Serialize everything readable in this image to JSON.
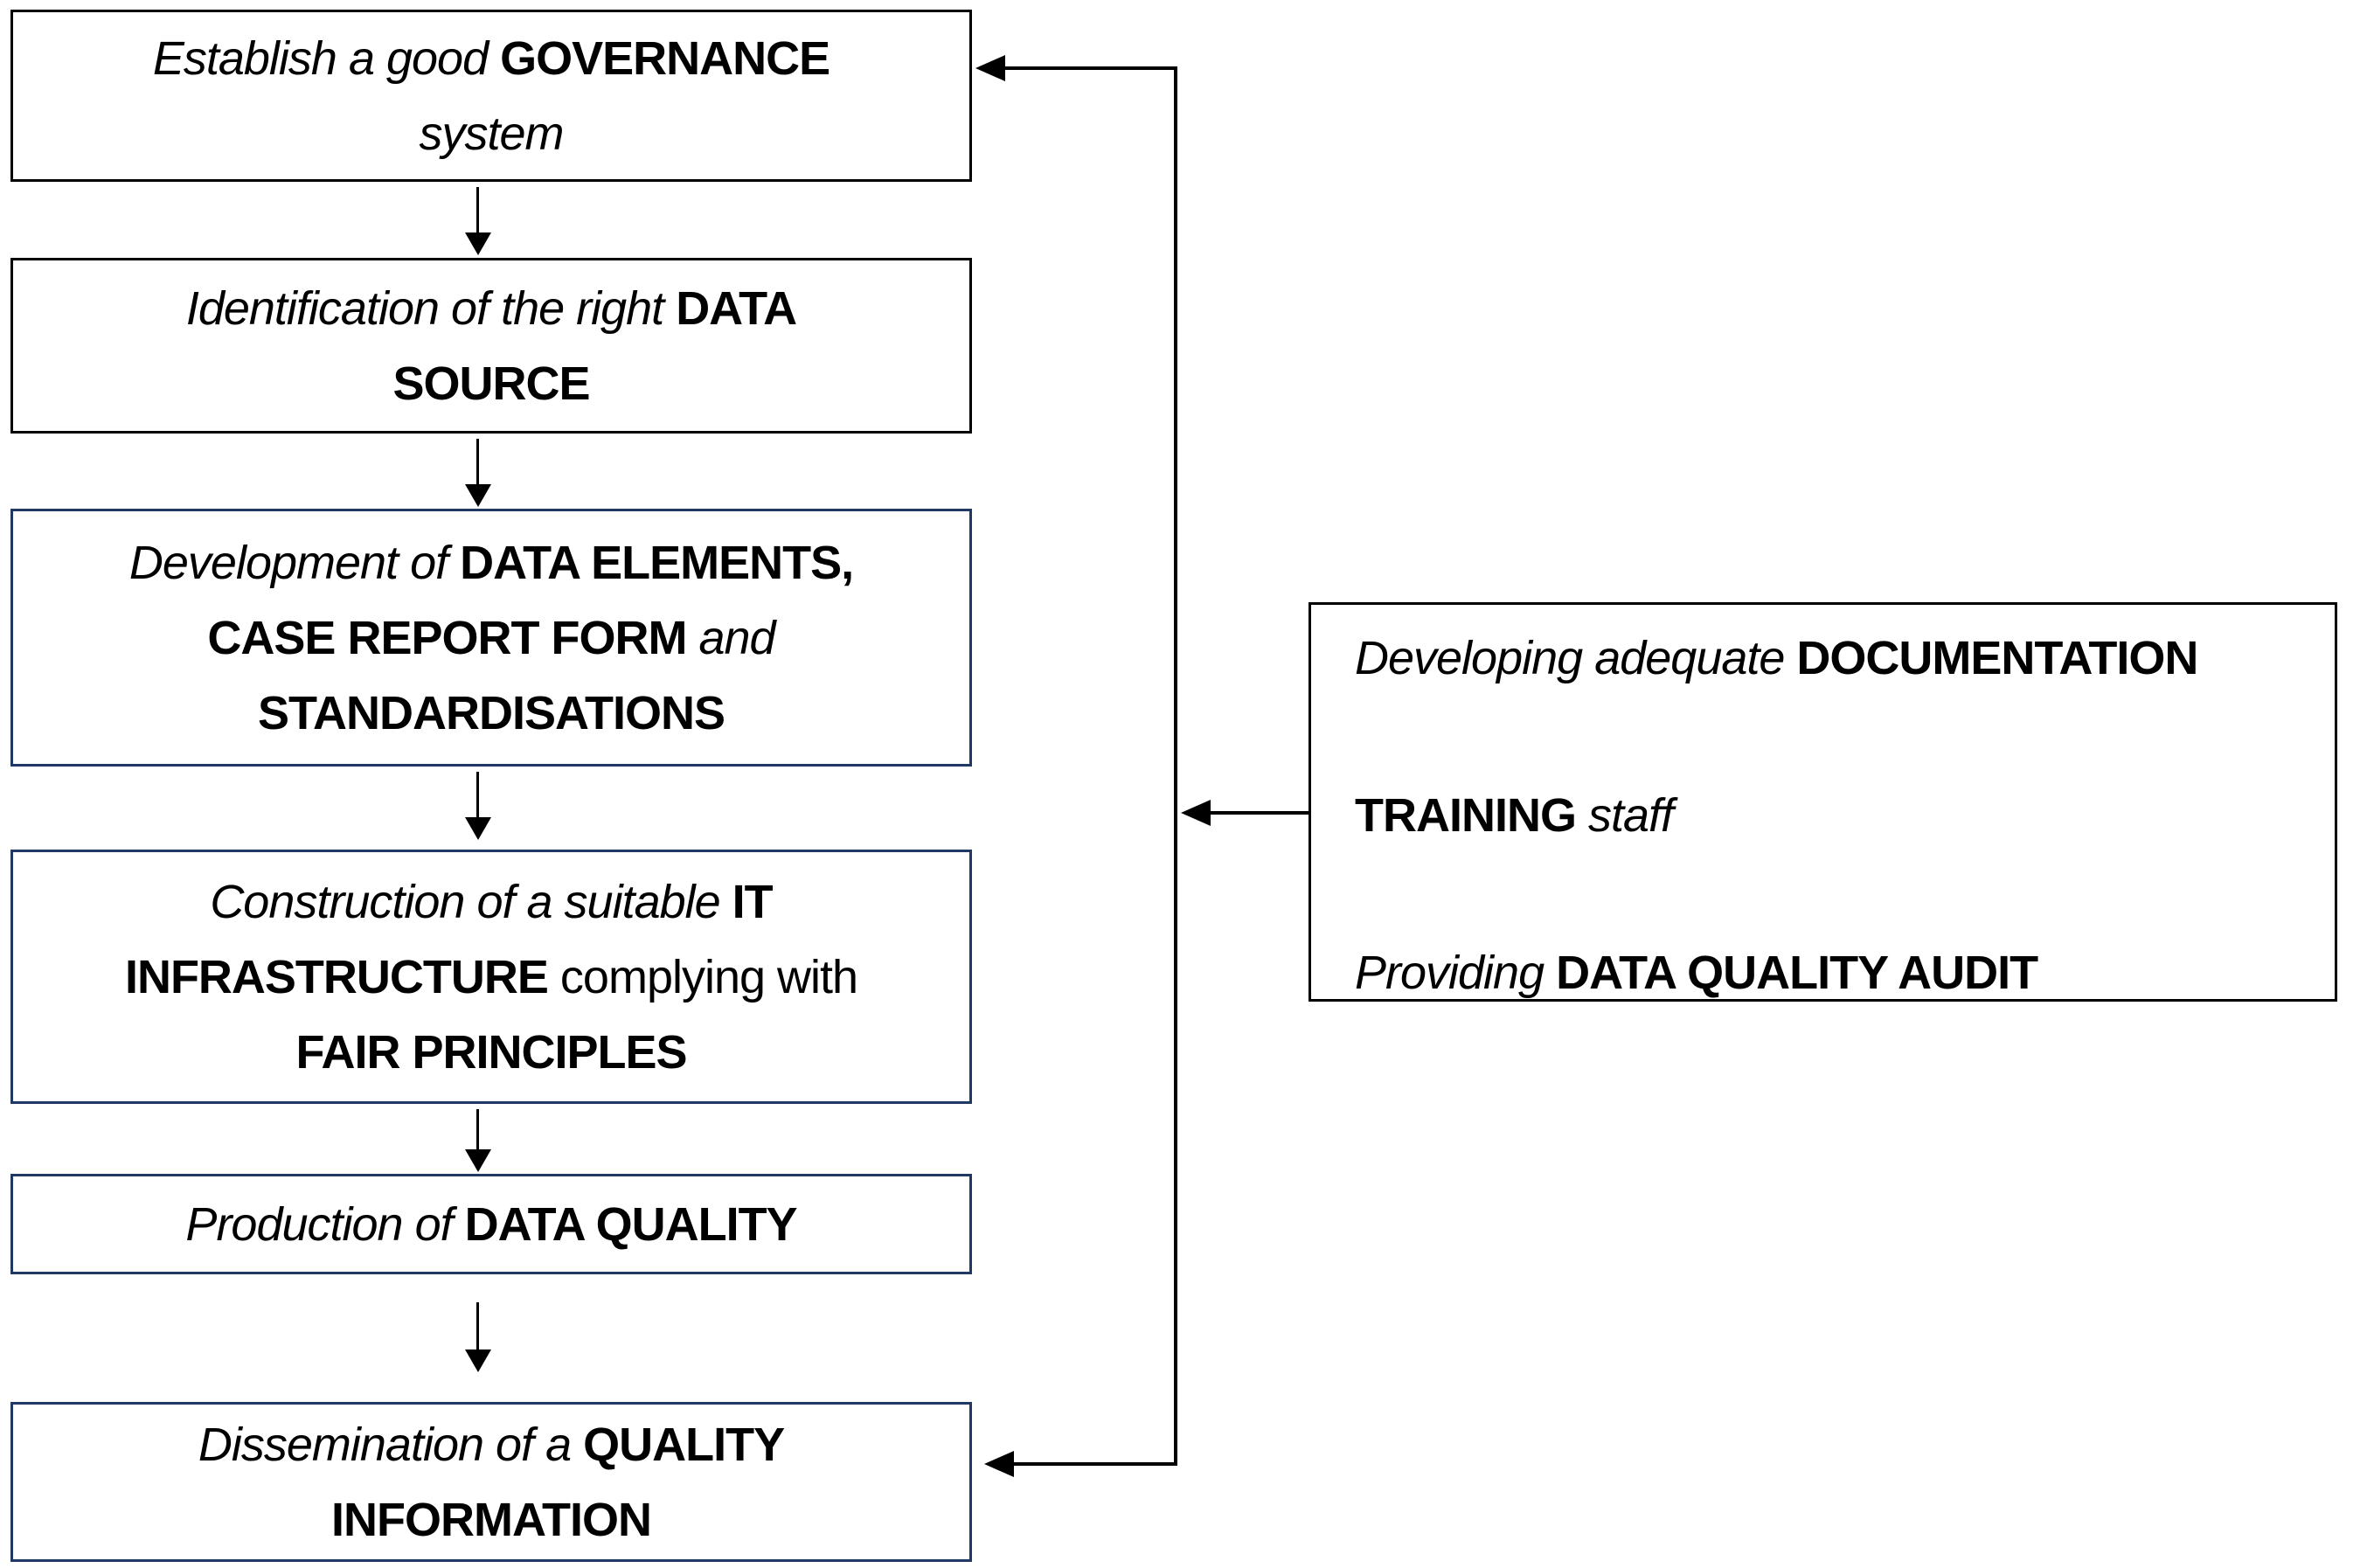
{
  "diagram": {
    "type": "flowchart",
    "colors": {
      "background": "#ffffff",
      "text": "#000000",
      "box_border_black": "#000000",
      "box_border_navy": "#1f3864",
      "arrow": "#000000"
    },
    "flow_boxes": [
      {
        "name": "establish-governance",
        "lines": [
          {
            "segments": [
              {
                "text": "Establish a good ",
                "style": "italic"
              },
              {
                "text": "GOVERNANCE",
                "style": "bold"
              }
            ]
          },
          {
            "segments": [
              {
                "text": "system",
                "style": "italic"
              }
            ]
          }
        ]
      },
      {
        "name": "identify-data-source",
        "lines": [
          {
            "segments": [
              {
                "text": "Identification of the right ",
                "style": "italic"
              },
              {
                "text": "DATA",
                "style": "bold"
              }
            ]
          },
          {
            "segments": [
              {
                "text": "SOURCE",
                "style": "bold"
              }
            ]
          }
        ]
      },
      {
        "name": "develop-data-elements",
        "lines": [
          {
            "segments": [
              {
                "text": "Development of ",
                "style": "italic"
              },
              {
                "text": "DATA ELEMENTS,",
                "style": "bold"
              }
            ]
          },
          {
            "segments": [
              {
                "text": "CASE REPORT FORM ",
                "style": "bold"
              },
              {
                "text": "and",
                "style": "italic"
              }
            ]
          },
          {
            "segments": [
              {
                "text": "STANDARDISATIONS",
                "style": "bold"
              }
            ]
          }
        ]
      },
      {
        "name": "construct-it-infrastructure",
        "lines": [
          {
            "segments": [
              {
                "text": "Construction of a suitable ",
                "style": "italic"
              },
              {
                "text": "IT",
                "style": "bold"
              }
            ]
          },
          {
            "segments": [
              {
                "text": "INFRASTRUCTURE",
                "style": "bold"
              },
              {
                "text": " complying with",
                "style": "regular"
              }
            ]
          },
          {
            "segments": [
              {
                "text": "FAIR PRINCIPLES",
                "style": "bold"
              }
            ]
          }
        ]
      },
      {
        "name": "production-data-quality",
        "lines": [
          {
            "segments": [
              {
                "text": "Production of ",
                "style": "italic"
              },
              {
                "text": "DATA QUALITY",
                "style": "bold"
              }
            ]
          }
        ]
      },
      {
        "name": "dissemination-quality-information",
        "lines": [
          {
            "segments": [
              {
                "text": "Dissemination of a ",
                "style": "italic"
              },
              {
                "text": "QUALITY",
                "style": "bold"
              }
            ]
          },
          {
            "segments": [
              {
                "text": "INFORMATION",
                "style": "bold"
              }
            ]
          }
        ]
      }
    ],
    "side_box": {
      "name": "support-activities",
      "items": [
        {
          "segments": [
            {
              "text": "Developing adequate ",
              "style": "italic"
            },
            {
              "text": "DOCUMENTATION",
              "style": "bold"
            }
          ]
        },
        {
          "segments": [
            {
              "text": "TRAINING",
              "style": "bold"
            },
            {
              "text": " staff",
              "style": "italic"
            }
          ]
        },
        {
          "segments": [
            {
              "text": "Providing ",
              "style": "italic"
            },
            {
              "text": "DATA QUALITY AUDIT",
              "style": "bold"
            }
          ]
        }
      ]
    }
  }
}
